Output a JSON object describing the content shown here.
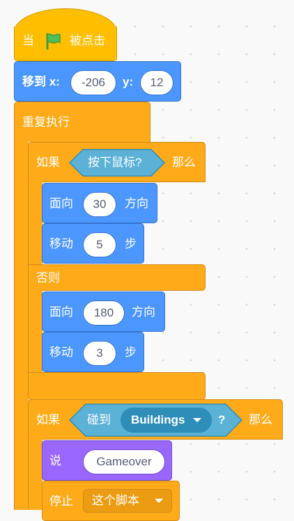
{
  "when_flag_clicked": {
    "prefix": "当",
    "suffix": "被点击",
    "flag_icon": "green-flag-icon",
    "flag_color": "#4cbf56"
  },
  "go_to_xy": {
    "label": "移到 x:",
    "x_value": "-206",
    "y_label": "y:",
    "y_value": "12"
  },
  "forever": {
    "label": "重复执行"
  },
  "if_else_1": {
    "if_label": "如果",
    "then_label": "那么",
    "else_label": "否则",
    "condition_label": "按下鼠标?",
    "then_blocks": [
      {
        "label": "面向",
        "value": "30",
        "suffix": "方向"
      },
      {
        "label": "移动",
        "value": "5",
        "suffix": "步"
      }
    ],
    "else_blocks": [
      {
        "label": "面向",
        "value": "180",
        "suffix": "方向"
      },
      {
        "label": "移动",
        "value": "3",
        "suffix": "步"
      }
    ]
  },
  "if_2": {
    "if_label": "如果",
    "then_label": "那么",
    "condition_prefix": "碰到",
    "condition_target": "Buildings",
    "condition_suffix": "?",
    "say": {
      "label": "说",
      "value": "Gameover"
    },
    "stop": {
      "label": "停止",
      "option": "这个脚本"
    }
  },
  "colors": {
    "events": "#ffbf00",
    "motion": "#4c97ff",
    "control": "#ffab19",
    "looks": "#9966ff",
    "sensing": "#5cb1d6"
  }
}
